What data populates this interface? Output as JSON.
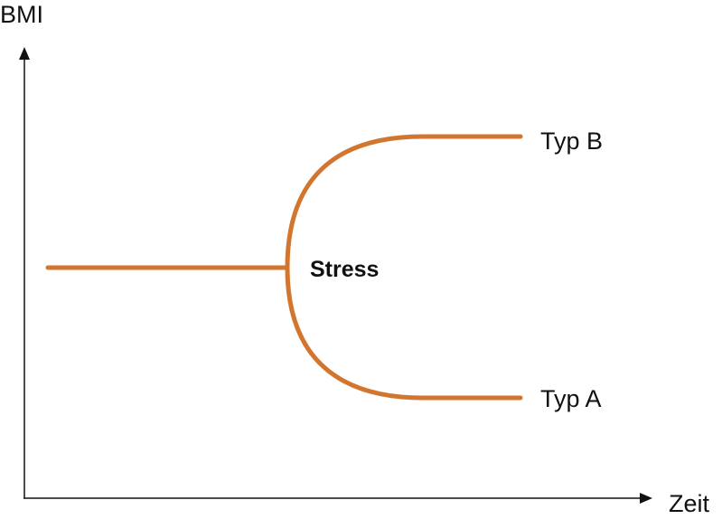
{
  "axes": {
    "y_label": "BMI",
    "x_label": "Zeit"
  },
  "event_label": "Stress",
  "branches": {
    "upper_label": "Typ B",
    "lower_label": "Typ A"
  },
  "colors": {
    "curve": "#D2752F",
    "axis": "#111111",
    "text": "#111111"
  }
}
